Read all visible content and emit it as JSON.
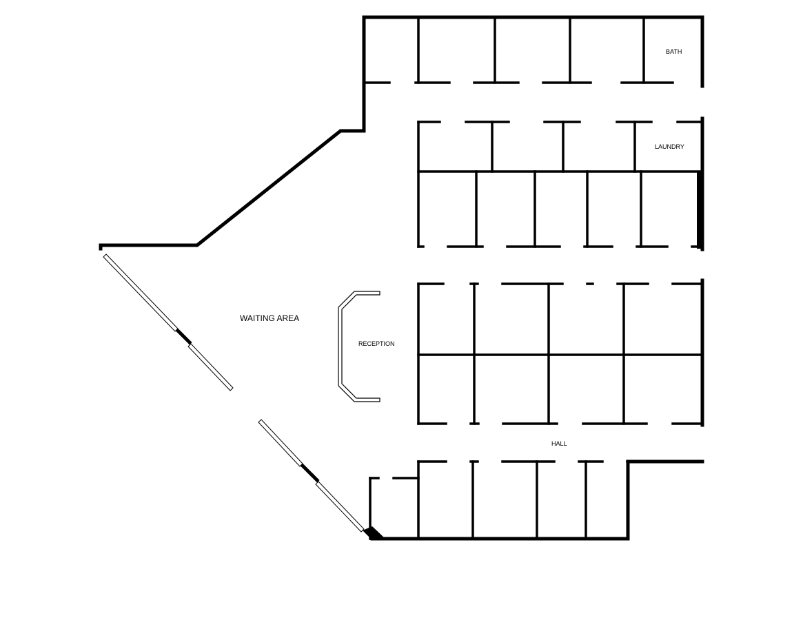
{
  "labels": {
    "waiting_area": "WAITING AREA",
    "reception": "RECEPTION",
    "bath": "BATH",
    "laundry": "LAUNDRY",
    "hall": "HALL"
  },
  "colors": {
    "wall": "#000000",
    "background": "#ffffff"
  }
}
